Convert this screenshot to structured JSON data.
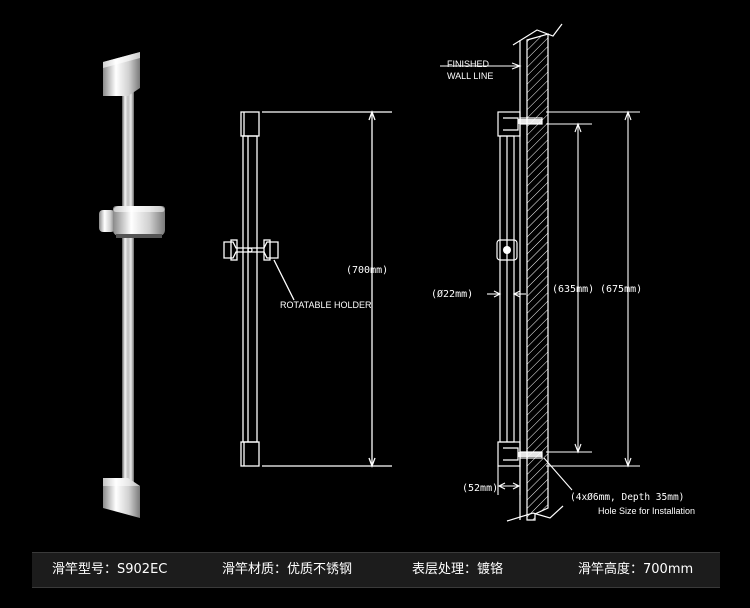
{
  "labels": {
    "finished_wall_line_1": "FINISHED",
    "finished_wall_line_2": "WALL LINE",
    "rotatable_holder": "ROTATABLE HOLDER",
    "length_700": "(700mm)",
    "diameter_22": "(Ø22mm)",
    "length_635": "(635mm)",
    "length_675": "(675mm)",
    "offset_52": "(52mm)",
    "holes": "(4xØ6mm, Depth 35mm)",
    "hole_note": "Hole Size for Installation"
  },
  "specs": {
    "model": "滑竿型号：S902EC",
    "material": "滑竿材质：优质不锈钢",
    "finish": "表层处理：镀铬",
    "height": "滑竿高度：700mm"
  },
  "colors": {
    "background": "#000000",
    "line": "#ffffff",
    "chrome_highlight": "#f2f2f2",
    "chrome_shadow": "#6a6a6a",
    "spec_bar": "#1c1c1c"
  }
}
